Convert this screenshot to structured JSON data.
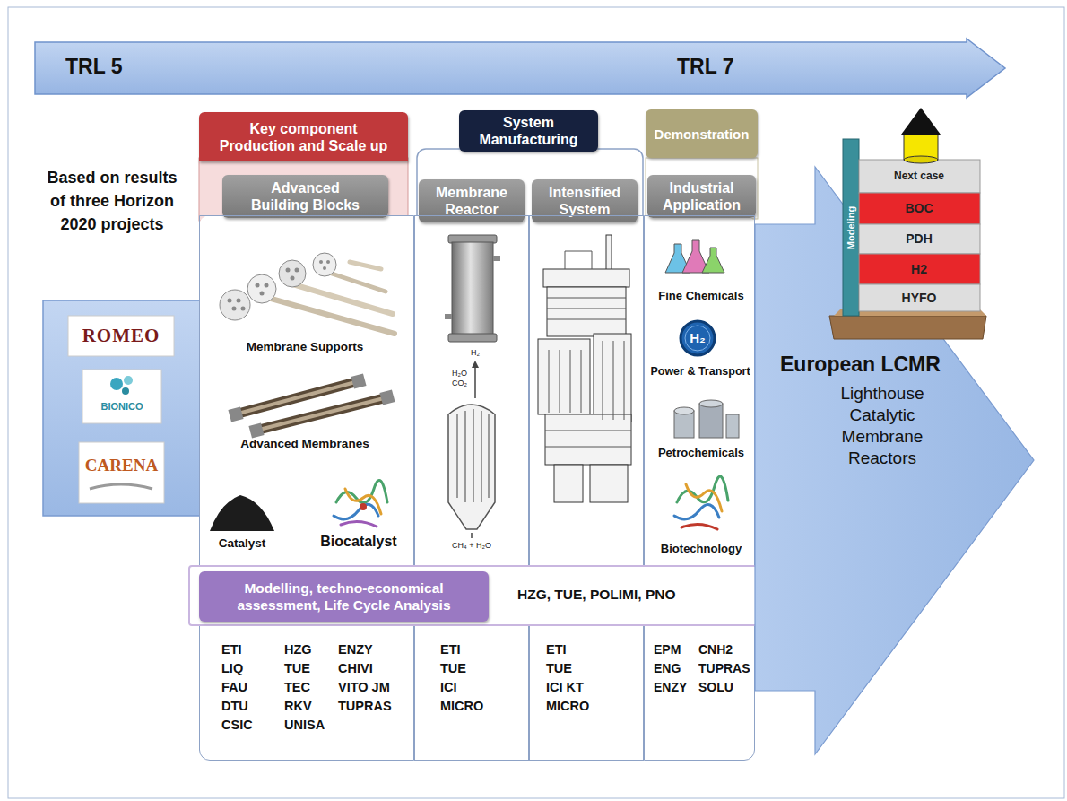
{
  "diagram": {
    "nodes": [
      {
        "text": [
          "TRL 5",
          "TRL 7"
        ]
      },
      {
        "text": [
          "Key component Production and Scale up"
        ]
      },
      {
        "text": [
          "System Manufacturing"
        ]
      },
      {
        "text": [
          "Demonstration"
        ]
      },
      {
        "text": [
          "Advanced Building Blocks"
        ]
      },
      {
        "text": [
          "Membrane Reactor"
        ]
      },
      {
        "text": [
          "Intensified System"
        ]
      },
      {
        "text": [
          "Industrial Application"
        ]
      },
      {
        "text": [
          "ETI LIQ FAU DTU CSIC",
          "HZG TUE TEC RKV UNISA",
          "ENZY CHIVI VITO JM TUPRAS"
        ]
      },
      {
        "text": [
          "ETI TUE ICI MICRO"
        ]
      },
      {
        "text": [
          "ETI TUE ICI KT MICRO"
        ]
      },
      {
        "text": [
          "EPM ENG ENZY",
          "CNH2 TUPRAS SOLU"
        ]
      },
      {
        "text": [
          "HZG, TUE, POLIMI, PNO"
        ]
      },
      {
        "text": [
          "Modelling, techno-economical assessment, Life Cycle Analysis"
        ],
        "in": 12
      },
      {
        "text": [
          "European LCMR",
          "Lighthouse Catalytic Membrane Reactors"
        ]
      }
    ],
    "labels": [
      "Based on results of three Horizon 2020 projects",
      "ROMEO",
      "BIONICO",
      "CARENA",
      "Membrane Supports",
      "Advanced Membranes",
      "Catalyst",
      "Biocatalyst",
      "H₂",
      "H₂O",
      "CO₂",
      "CH₄ + H₂O",
      "Fine Chemicals",
      "H₂",
      "Power & Transport",
      "Petrochemicals",
      "Biotechnology",
      "Modeling",
      "Next case",
      "BOC",
      "PDH",
      "H2",
      "HYFO"
    ]
  }
}
